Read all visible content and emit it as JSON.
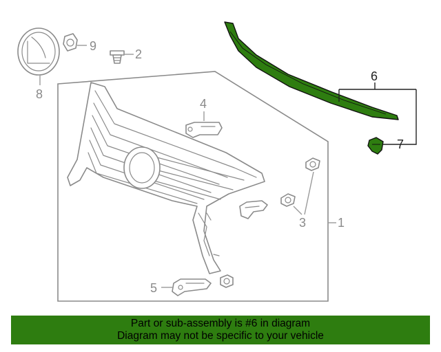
{
  "diagram": {
    "callouts": {
      "c1": "1",
      "c2": "2",
      "c3": "3",
      "c4": "4",
      "c5": "5",
      "c6": "6",
      "c7": "7",
      "c8": "8",
      "c9": "9"
    },
    "highlight_color": "#2e7d10"
  },
  "banner": {
    "line1": "Part or sub-assembly is #6 in diagram",
    "line2": "Diagram may not be specific to your vehicle",
    "background": "#2e7d10"
  }
}
